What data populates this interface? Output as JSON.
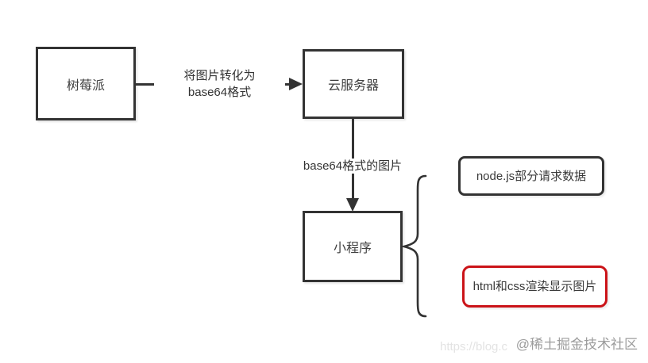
{
  "nodes": {
    "raspberry": {
      "label": "树莓派"
    },
    "cloud_server": {
      "label": "云服务器"
    },
    "mini_program": {
      "label": "小程序"
    },
    "nodejs_request": {
      "label": "node.js部分请求数据"
    },
    "html_css_render": {
      "label": "html和css渲染显示图片"
    }
  },
  "edges": {
    "raspberry_to_cloud": {
      "label_line1": "将图片转化为",
      "label_line2": "base64格式"
    },
    "cloud_to_mini": {
      "label": "base64格式的图片"
    }
  },
  "watermark": {
    "community": "@稀土掘金技术社区",
    "url_fragment": "https://blog.c"
  },
  "colors": {
    "stroke": "#333333",
    "highlight_red": "#cb1318",
    "watermark_gray": "#9c9c9c",
    "watermark_faint": "#e3e3e3",
    "background": "#ffffff"
  }
}
